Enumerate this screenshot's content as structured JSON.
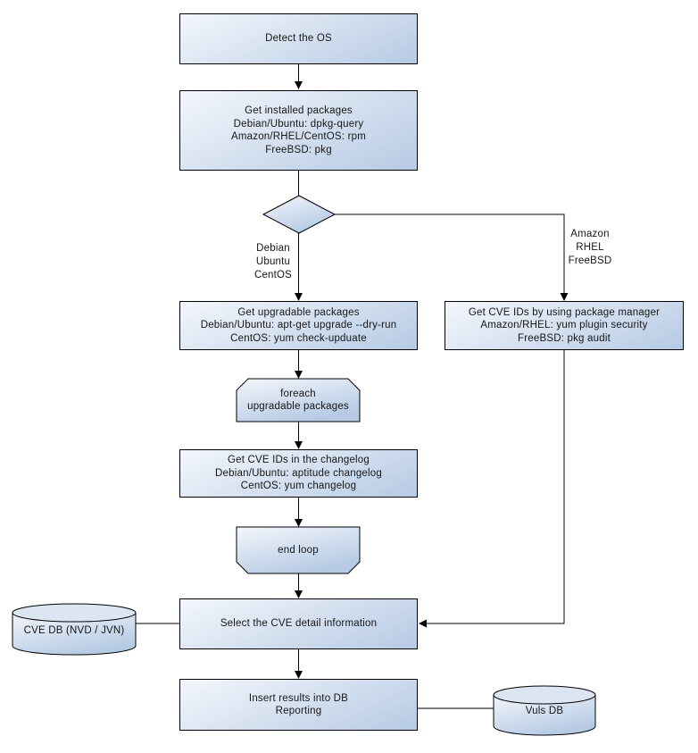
{
  "style": {
    "fill_top": "#f4f7fc",
    "fill_bottom": "#b6cae4",
    "cyl_top": "#dce6f2",
    "border": "#000000",
    "text": "#161616",
    "background": "#ffffff"
  },
  "nodes": {
    "detect": [
      "Detect the OS"
    ],
    "installed": [
      "Get installed packages",
      "Debian/Ubuntu: dpkg-query",
      "Amazon/RHEL/CentOS: rpm",
      "FreeBSD: pkg"
    ],
    "upgradable": [
      "Get upgradable packages",
      "Debian/Ubuntu: apt-get upgrade --dry-run",
      "CentOS: yum check-upduate"
    ],
    "cve_pkg_manager": [
      "Get CVE IDs by using package manager",
      "Amazon/RHEL: yum plugin security",
      "FreeBSD: pkg audit"
    ],
    "foreach": [
      "foreach",
      "upgradable packages"
    ],
    "changelog": [
      "Get CVE IDs in the changelog",
      "Debian/Ubuntu: aptitude changelog",
      "CentOS: yum changelog"
    ],
    "end_loop": [
      "end loop"
    ],
    "select": [
      "Select the CVE detail information"
    ],
    "insert": [
      "Insert results into DB",
      "Reporting"
    ],
    "cve_db": [
      "CVE DB (NVD / JVN)"
    ],
    "vuls_db": [
      "Vuls DB"
    ]
  },
  "branch_labels": {
    "left": [
      "Debian",
      "Ubuntu",
      "CentOS"
    ],
    "right": [
      "Amazon",
      "RHEL",
      "FreeBSD"
    ]
  }
}
